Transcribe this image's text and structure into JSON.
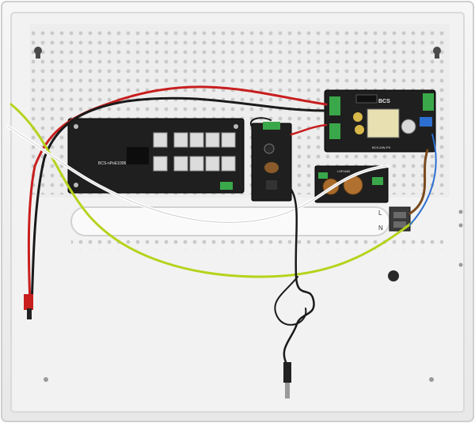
{
  "photo": {
    "subject": "enclosure-with-psu-and-switch-boards"
  },
  "labels": {
    "switch_board": "BCS-nPoE1006",
    "psu_brand": "BCS",
    "psu_model": "BCS-DIN-PS",
    "filter_board": "LSF0460",
    "terminal_l": "L",
    "terminal_n": "N"
  },
  "colors": {
    "enclosure": "#eeeeee",
    "pcb": "#1f1f1f",
    "rj45": "#dcdcdc",
    "terminal_green": "#3aa84a",
    "wire_red": "#c81e1e",
    "wire_black": "#1a1a1a",
    "wire_yellow_green": "#b7d21c",
    "wire_white": "#f3f3f3",
    "wire_brown": "#7a4a1e",
    "wire_blue": "#2c6fd1"
  }
}
